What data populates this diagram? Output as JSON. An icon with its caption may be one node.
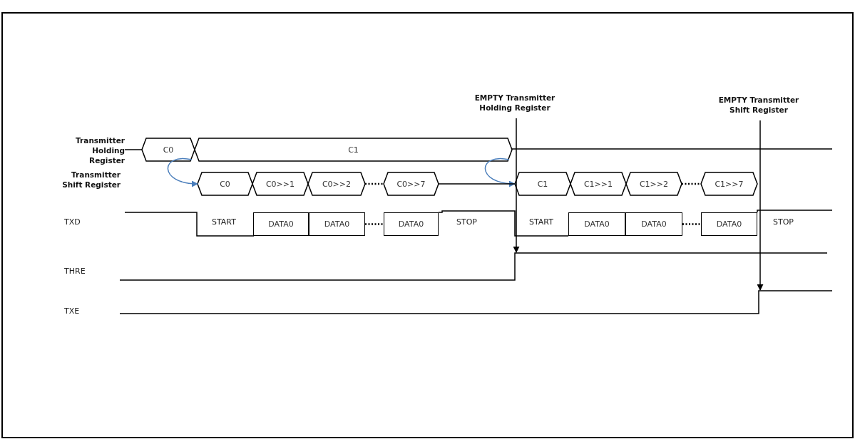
{
  "diagram": {
    "nodes": [
      {
        "text": [
          "C0"
        ]
      },
      {
        "text": [
          "C1"
        ]
      },
      {
        "text": [
          "C0"
        ]
      },
      {
        "text": [
          "C0>>1"
        ]
      },
      {
        "text": [
          "C0>>2"
        ]
      },
      {
        "text": [
          "C0>>7"
        ]
      },
      {
        "text": [
          "C1"
        ]
      },
      {
        "text": [
          "C1>>1"
        ]
      },
      {
        "text": [
          "C1>>2"
        ]
      },
      {
        "text": [
          "C1>>7"
        ]
      },
      {
        "text": [
          "DATA0"
        ]
      },
      {
        "text": [
          "DATA0"
        ]
      },
      {
        "text": [
          "DATA0"
        ]
      },
      {
        "text": [
          "DATA0"
        ]
      },
      {
        "text": [
          "DATA0"
        ]
      },
      {
        "text": [
          "DATA0"
        ]
      },
      {
        "text": [
          "EMPTY Transmitter Holding Register"
        ]
      },
      {
        "text": [
          "EMPTY Transmitter Shift Register"
        ]
      }
    ],
    "edges": [
      {
        "from": 0,
        "to": 2,
        "arrow": "to",
        "color": "#4a7ebb"
      },
      {
        "from": 1,
        "to": 6,
        "arrow": "to",
        "color": "#4a7ebb"
      },
      {
        "from": 16,
        "to": null,
        "arrow": "to",
        "color": "#000000"
      },
      {
        "from": 17,
        "to": null,
        "arrow": "to",
        "color": "#000000"
      },
      {
        "from": 4,
        "to": 5,
        "arrow": "none",
        "style": "dashed"
      },
      {
        "from": 8,
        "to": 9,
        "arrow": "none",
        "style": "dashed"
      },
      {
        "from": 11,
        "to": 12,
        "arrow": "none",
        "style": "dashed"
      },
      {
        "from": 14,
        "to": 15,
        "arrow": "none",
        "style": "dashed"
      },
      {
        "from": 5,
        "to": 6,
        "arrow": "none"
      },
      {
        "from": 12,
        "to": 13,
        "arrow": "none"
      },
      {
        "from": 15,
        "to": null,
        "arrow": "none"
      }
    ],
    "labels": [
      "Transmitter Holding Register",
      "Transmitter Shift Register",
      "TXD",
      "START",
      "STOP",
      "START",
      "STOP",
      "THRE",
      "TXE"
    ]
  }
}
